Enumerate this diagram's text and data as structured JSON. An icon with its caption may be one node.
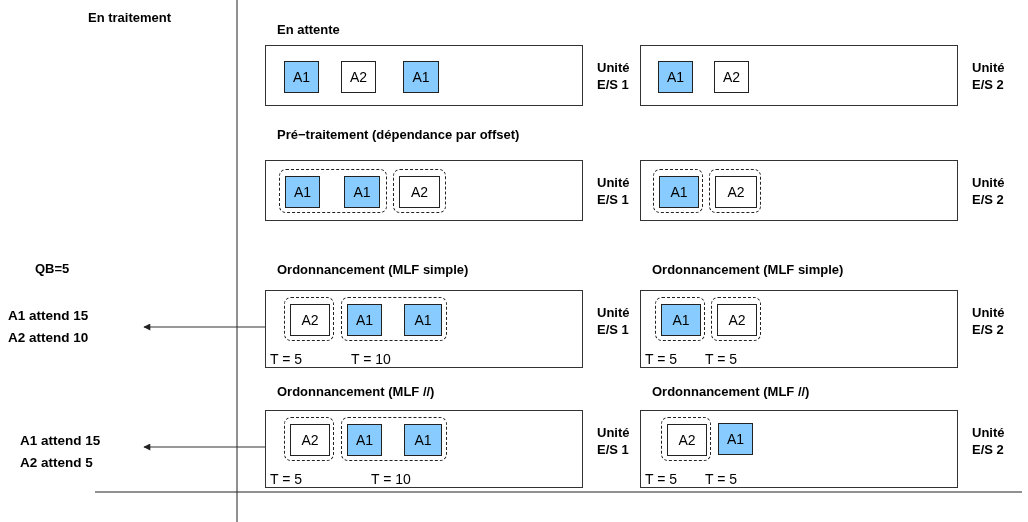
{
  "diagram": {
    "nodes": [
      {
        "text": [],
        "shape": "box",
        "beside": [
          "Unité E/S 1"
        ]
      },
      {
        "text": [
          "A1"
        ],
        "in": 0
      },
      {
        "text": [
          "A2"
        ],
        "in": 0
      },
      {
        "text": [
          "A1"
        ],
        "in": 0
      },
      {
        "text": [],
        "shape": "box",
        "beside": [
          "Unité E/S 2"
        ]
      },
      {
        "text": [
          "A1"
        ],
        "in": 4
      },
      {
        "text": [
          "A2"
        ],
        "in": 4
      },
      {
        "text": [],
        "shape": "box",
        "beside": [
          "Unité E/S 1"
        ]
      },
      {
        "text": [],
        "shape": "box",
        "in": 7
      },
      {
        "text": [
          "A1"
        ],
        "in": 8
      },
      {
        "text": [
          "A1"
        ],
        "in": 8
      },
      {
        "text": [],
        "shape": "box",
        "in": 7
      },
      {
        "text": [
          "A2"
        ],
        "in": 11
      },
      {
        "text": [],
        "shape": "box",
        "beside": [
          "Unité E/S 2"
        ]
      },
      {
        "text": [],
        "shape": "box",
        "in": 13
      },
      {
        "text": [
          "A1"
        ],
        "in": 14
      },
      {
        "text": [],
        "shape": "box",
        "in": 13
      },
      {
        "text": [
          "A2"
        ],
        "in": 16
      },
      {
        "text": [
          "A1 attend 15",
          "A2 attend 10"
        ]
      },
      {
        "text": [
          "T = 5",
          "T = 10"
        ],
        "beside": [
          "Unité E/S 1"
        ]
      },
      {
        "text": [],
        "shape": "box",
        "in": 19
      },
      {
        "text": [
          "A2"
        ],
        "in": 20
      },
      {
        "text": [],
        "shape": "box",
        "in": 19
      },
      {
        "text": [
          "A1"
        ],
        "in": 22
      },
      {
        "text": [
          "A1"
        ],
        "in": 22
      },
      {
        "text": [
          "T = 5",
          "T = 5"
        ],
        "beside": [
          "Unité E/S 2"
        ]
      },
      {
        "text": [],
        "shape": "box",
        "in": 25
      },
      {
        "text": [
          "A1"
        ],
        "in": 26
      },
      {
        "text": [],
        "shape": "box",
        "in": 25
      },
      {
        "text": [
          "A2"
        ],
        "in": 28
      },
      {
        "text": [
          "A1 attend 15",
          "A2 attend 5"
        ]
      },
      {
        "text": [
          "T = 5",
          "T = 10"
        ],
        "beside": [
          "Unité E/S 1"
        ]
      },
      {
        "text": [],
        "shape": "box",
        "in": 31
      },
      {
        "text": [
          "A2"
        ],
        "in": 32
      },
      {
        "text": [],
        "shape": "box",
        "in": 31
      },
      {
        "text": [
          "A1"
        ],
        "in": 34
      },
      {
        "text": [
          "A1"
        ],
        "in": 34
      },
      {
        "text": [
          "T = 5",
          "T = 5"
        ],
        "beside": [
          "Unité E/S 2"
        ]
      },
      {
        "text": [],
        "shape": "box",
        "in": 37
      },
      {
        "text": [
          "A2"
        ],
        "in": 38
      },
      {
        "text": [
          "A1"
        ],
        "in": 37
      }
    ],
    "edges": [
      {
        "from": 19,
        "to": 18,
        "arrow": "to"
      },
      {
        "from": 31,
        "to": 30,
        "arrow": "to"
      }
    ],
    "labels": [
      "En traitement",
      "En attente",
      "Pré−traitement (dépendance par offset)",
      "QB=5",
      "Ordonnancement (MLF simple)",
      "Ordonnancement (MLF simple)",
      "Ordonnancement (MLF //)",
      "Ordonnancement (MLF //)"
    ]
  }
}
